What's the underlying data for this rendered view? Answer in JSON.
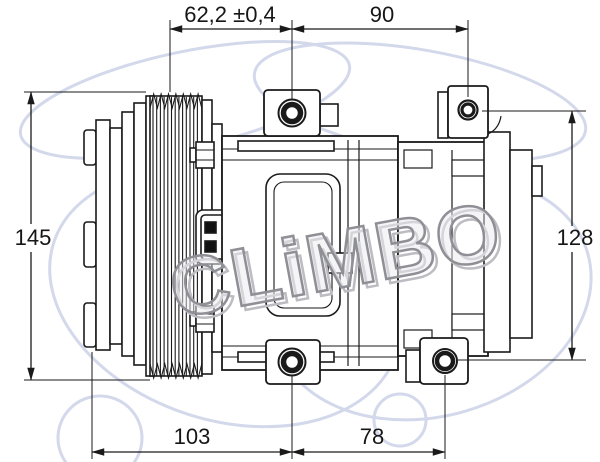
{
  "watermark": {
    "brand": "CLiMBO"
  },
  "dimensions": {
    "top": [
      {
        "label": "62,2 ±0,4"
      },
      {
        "label": "90"
      }
    ],
    "left": {
      "label": "145"
    },
    "right": {
      "label": "128"
    },
    "bottom": [
      {
        "label": "103"
      },
      {
        "label": "78"
      }
    ]
  },
  "colors": {
    "line": "#1a1a1a",
    "watermark_swirl": "#ccd3e8",
    "watermark_snowflake": "#d0d5e6",
    "watermark_grey": "#8f8f96",
    "background": "#ffffff"
  }
}
